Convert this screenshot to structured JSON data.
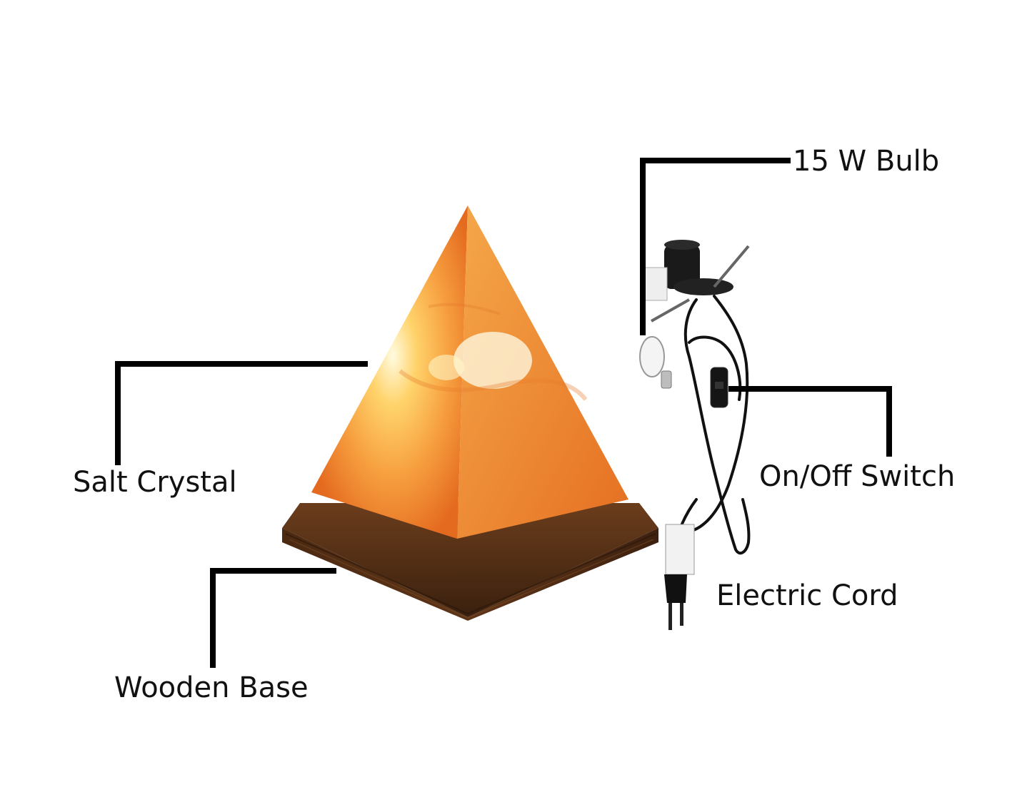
{
  "labels": {
    "bulb": "15 W Bulb",
    "salt_crystal": "Salt Crystal",
    "switch": "On/Off Switch",
    "cord": "Electric Cord",
    "base": "Wooden Base"
  },
  "colors": {
    "leader_line": "#000000",
    "salt_light": "#fff3b0",
    "salt_mid": "#f6a542",
    "salt_dark": "#e0651c",
    "wood": "#4a2a14",
    "cord": "#111111"
  }
}
